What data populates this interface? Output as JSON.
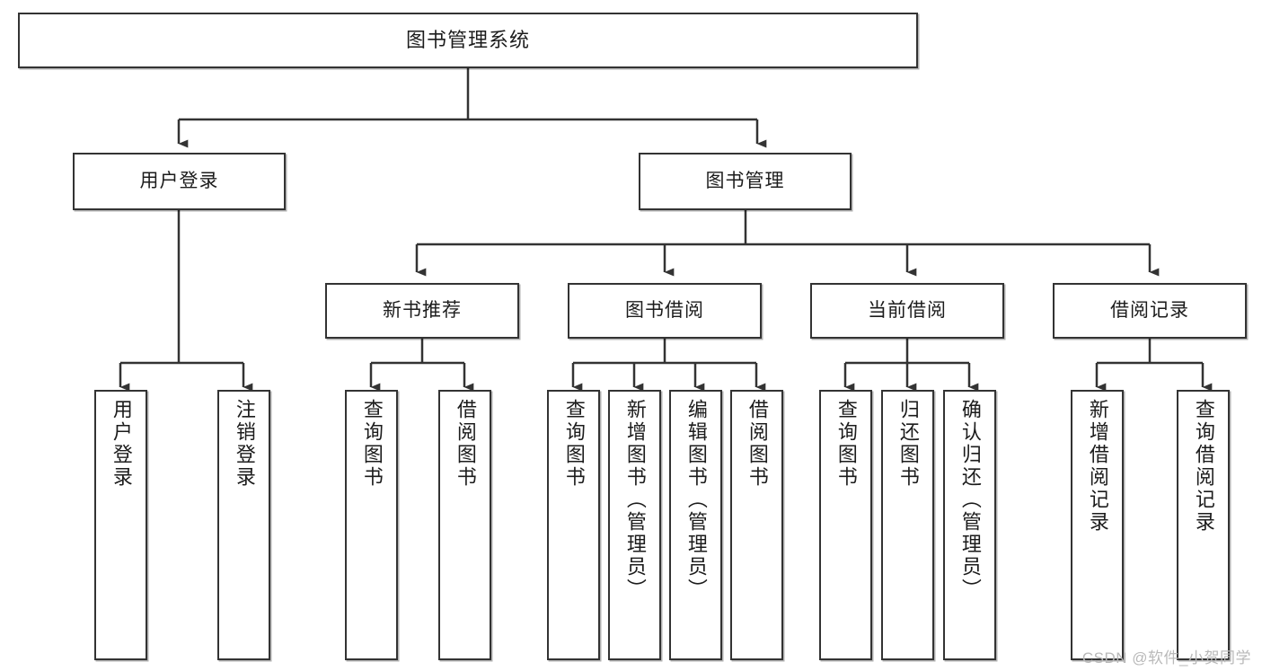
{
  "diagram": {
    "type": "tree-hierarchy",
    "title": "图书管理系统",
    "watermark": "CSDN @软件_小贺同学",
    "colors": {
      "background": "#ffffff",
      "box_border": "#333333",
      "box_fill": "#ffffff",
      "edge": "#333333",
      "text": "#1c1c1c",
      "watermark": "#b9b9b9"
    },
    "nodes": {
      "root": {
        "label": "图书管理系统"
      },
      "level2": [
        {
          "id": "user-login",
          "label": "用户登录"
        },
        {
          "id": "book-manage",
          "label": "图书管理"
        }
      ],
      "level3": [
        {
          "id": "new-book-recommend",
          "label": "新书推荐"
        },
        {
          "id": "book-borrow",
          "label": "图书借阅"
        },
        {
          "id": "current-borrow",
          "label": "当前借阅"
        },
        {
          "id": "borrow-record",
          "label": "借阅记录"
        }
      ],
      "leaves": [
        {
          "id": "leaf-user-login",
          "label": "用户登录",
          "parent": "user-login"
        },
        {
          "id": "leaf-user-logout",
          "label": "注销登录",
          "parent": "user-login"
        },
        {
          "id": "leaf-query-book-1",
          "label": "查询图书",
          "parent": "new-book-recommend"
        },
        {
          "id": "leaf-borrow-book-1",
          "label": "借阅图书",
          "parent": "new-book-recommend"
        },
        {
          "id": "leaf-query-book-2",
          "label": "查询图书",
          "parent": "book-borrow"
        },
        {
          "id": "leaf-add-book",
          "label": "新增图书（管理员）",
          "parent": "book-borrow"
        },
        {
          "id": "leaf-edit-book",
          "label": "编辑图书（管理员）",
          "parent": "book-borrow"
        },
        {
          "id": "leaf-borrow-book-2",
          "label": "借阅图书",
          "parent": "book-borrow"
        },
        {
          "id": "leaf-query-book-3",
          "label": "查询图书",
          "parent": "current-borrow"
        },
        {
          "id": "leaf-return-book",
          "label": "归还图书",
          "parent": "current-borrow"
        },
        {
          "id": "leaf-confirm-return",
          "label": "确认归还（管理员）",
          "parent": "current-borrow"
        },
        {
          "id": "leaf-add-record",
          "label": "新增借阅记录",
          "parent": "borrow-record"
        },
        {
          "id": "leaf-query-record",
          "label": "查询借阅记录",
          "parent": "borrow-record"
        }
      ]
    }
  }
}
